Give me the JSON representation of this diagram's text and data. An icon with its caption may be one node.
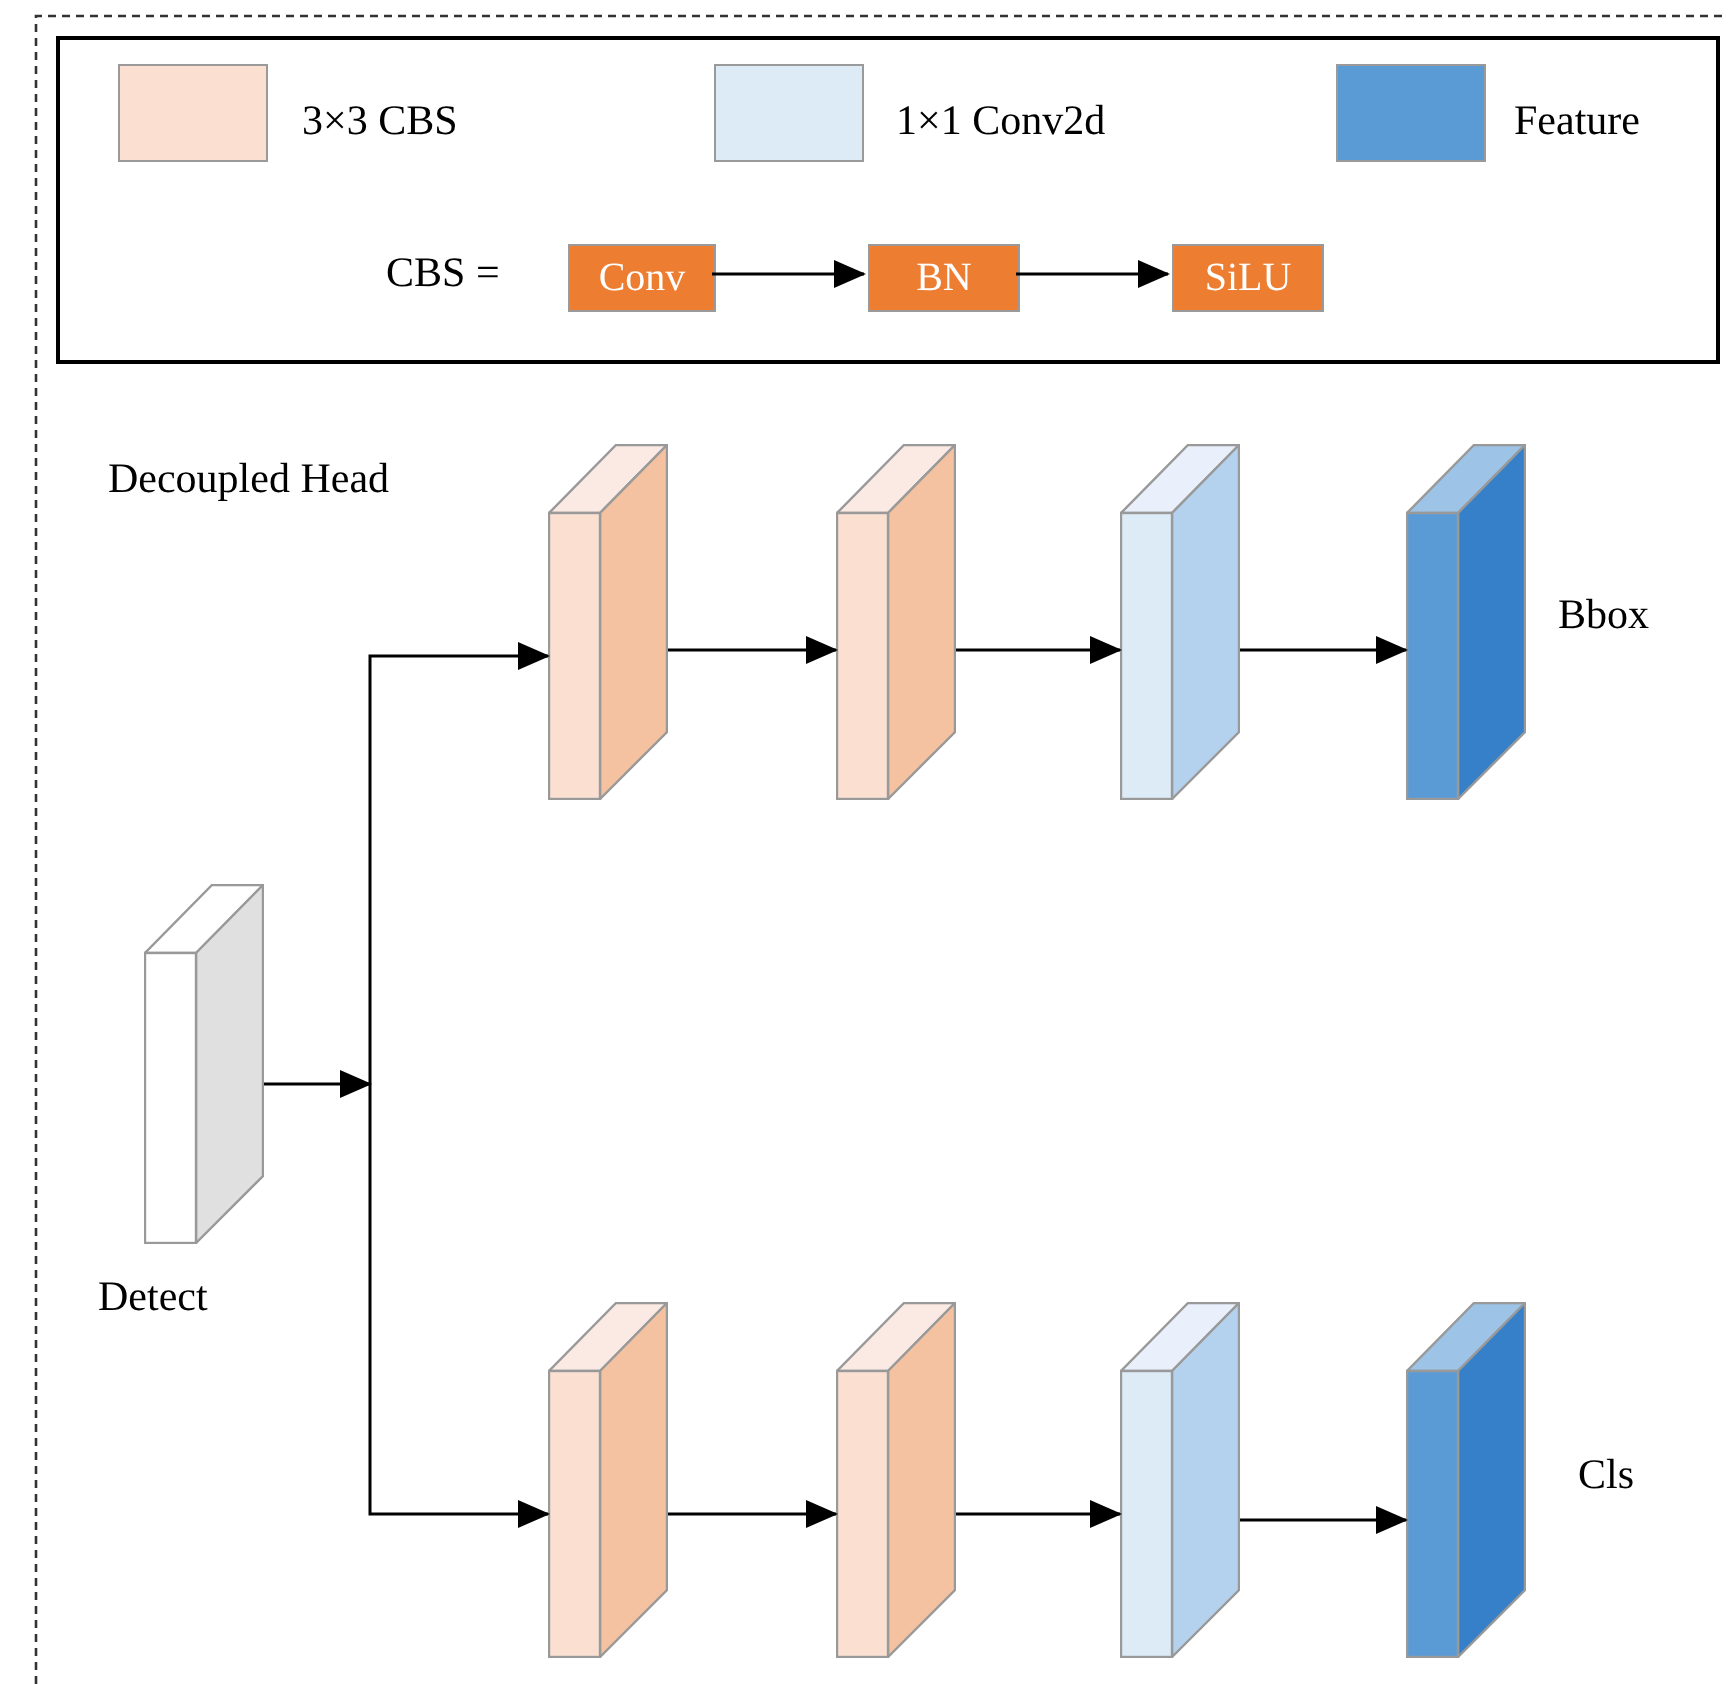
{
  "diagram": {
    "nodes": [
      {
        "text": [],
        "shape": "box"
      },
      {
        "text": [
          "Conv"
        ],
        "in": 0
      },
      {
        "text": [
          "BN"
        ],
        "in": 0
      },
      {
        "text": [
          "SiLU"
        ],
        "in": 0
      },
      {
        "text": [],
        "shape": "cuboid",
        "beside": [
          "Detect"
        ]
      },
      {
        "text": [],
        "shape": "cuboid"
      },
      {
        "text": [],
        "shape": "cuboid"
      },
      {
        "text": [],
        "shape": "cuboid"
      },
      {
        "text": [],
        "shape": "cuboid",
        "beside": [
          "Bbox"
        ]
      },
      {
        "text": [],
        "shape": "cuboid"
      },
      {
        "text": [],
        "shape": "cuboid"
      },
      {
        "text": [],
        "shape": "cuboid"
      },
      {
        "text": [],
        "shape": "cuboid",
        "beside": [
          "Cls"
        ]
      }
    ],
    "edges": [
      {
        "from": 1,
        "to": 2,
        "arrow": "to"
      },
      {
        "from": 2,
        "to": 3,
        "arrow": "to"
      },
      {
        "from": 4,
        "to": 5,
        "arrow": "to"
      },
      {
        "from": 4,
        "to": 9,
        "arrow": "to"
      },
      {
        "from": 5,
        "to": 6,
        "arrow": "to"
      },
      {
        "from": 6,
        "to": 7,
        "arrow": "to"
      },
      {
        "from": 7,
        "to": 8,
        "arrow": "to"
      },
      {
        "from": 9,
        "to": 10,
        "arrow": "to"
      },
      {
        "from": 10,
        "to": 11,
        "arrow": "to"
      },
      {
        "from": 11,
        "to": 12,
        "arrow": "to"
      }
    ],
    "labels": [
      "CBS =",
      "Decoupled Head"
    ],
    "legend": [
      {
        "text": "3×3 CBS",
        "color": "#fbe0d2"
      },
      {
        "text": "1×1 Conv2d",
        "color": "#ddebf7"
      },
      {
        "text": "Feature",
        "color": "#5b9bd5"
      }
    ]
  }
}
